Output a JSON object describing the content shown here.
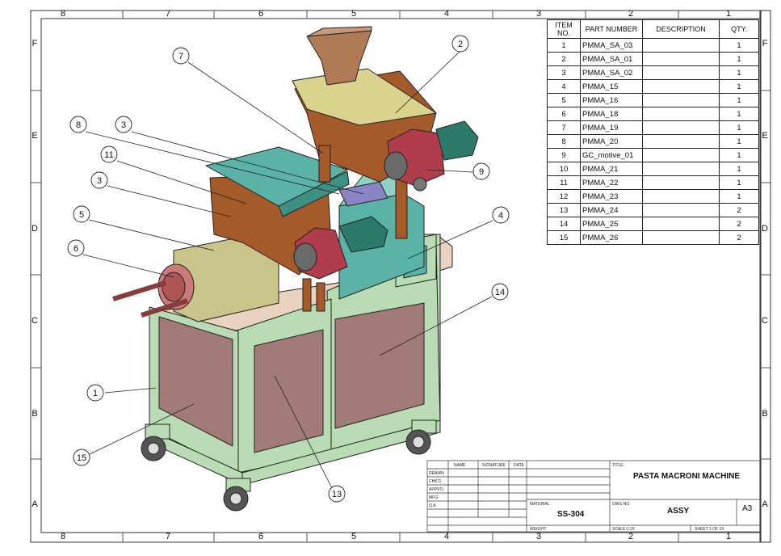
{
  "zones": {
    "columns": [
      "8",
      "7",
      "6",
      "5",
      "4",
      "3",
      "2",
      "1"
    ],
    "rows": [
      "F",
      "E",
      "D",
      "C",
      "B",
      "A"
    ]
  },
  "bom": {
    "headers": {
      "item": "ITEM NO.",
      "part": "PART NUMBER",
      "desc": "DESCRIPTION",
      "qty": "QTY."
    },
    "rows": [
      {
        "item": "1",
        "part": "PMMA_SA_03",
        "qty": "1"
      },
      {
        "item": "2",
        "part": "PMMA_SA_01",
        "qty": "1"
      },
      {
        "item": "3",
        "part": "PMMA_SA_02",
        "qty": "1"
      },
      {
        "item": "4",
        "part": "PMMA_15",
        "qty": "1"
      },
      {
        "item": "5",
        "part": "PMMA_16",
        "qty": "1"
      },
      {
        "item": "6",
        "part": "PMMA_18",
        "qty": "1"
      },
      {
        "item": "7",
        "part": "PMMA_19",
        "qty": "1"
      },
      {
        "item": "8",
        "part": "PMMA_20",
        "qty": "1"
      },
      {
        "item": "9",
        "part": "GC_motive_01",
        "qty": "1"
      },
      {
        "item": "10",
        "part": "PMMA_21",
        "qty": "1"
      },
      {
        "item": "11",
        "part": "PMMA_22",
        "qty": "1"
      },
      {
        "item": "12",
        "part": "PMMA_23",
        "qty": "1"
      },
      {
        "item": "13",
        "part": "PMMA_24",
        "qty": "2"
      },
      {
        "item": "14",
        "part": "PMMA_25",
        "qty": "2"
      },
      {
        "item": "15",
        "part": "PMMA_26",
        "qty": "2"
      }
    ]
  },
  "balloons": [
    "2",
    "7",
    "8",
    "3",
    "11",
    "3",
    "5",
    "6",
    "9",
    "4",
    "14",
    "1",
    "15",
    "13"
  ],
  "title_block": {
    "name": "NAME",
    "signature": "SIGNATURE",
    "date": "DATE",
    "drawn": "DRAWN",
    "chkd": "CHK'D",
    "appvd": "APPV'D",
    "mfg": "MFG",
    "qa": "Q.A",
    "title_label": "TITLE:",
    "title": "PASTA MACRONI MACHINE",
    "material_label": "MATERIAL:",
    "material": "SS-304",
    "dwg_label": "DWG NO.",
    "dwg": "ASSY",
    "size": "A3",
    "weight_label": "WEIGHT:",
    "scale": "SCALE:1:20",
    "sheet": "SHEET 1 OF 19"
  },
  "colors": {
    "frame": "#b9dcb4",
    "panel": "#a37a7a",
    "hopper": "#a55a2a",
    "lid": "#d9d38d",
    "cover": "#5ab3a6",
    "motor": "#2c7a6a",
    "gearbox": "#b13c4c",
    "chamber": "#c9c48a",
    "tabletop": "#e9d2bf"
  }
}
